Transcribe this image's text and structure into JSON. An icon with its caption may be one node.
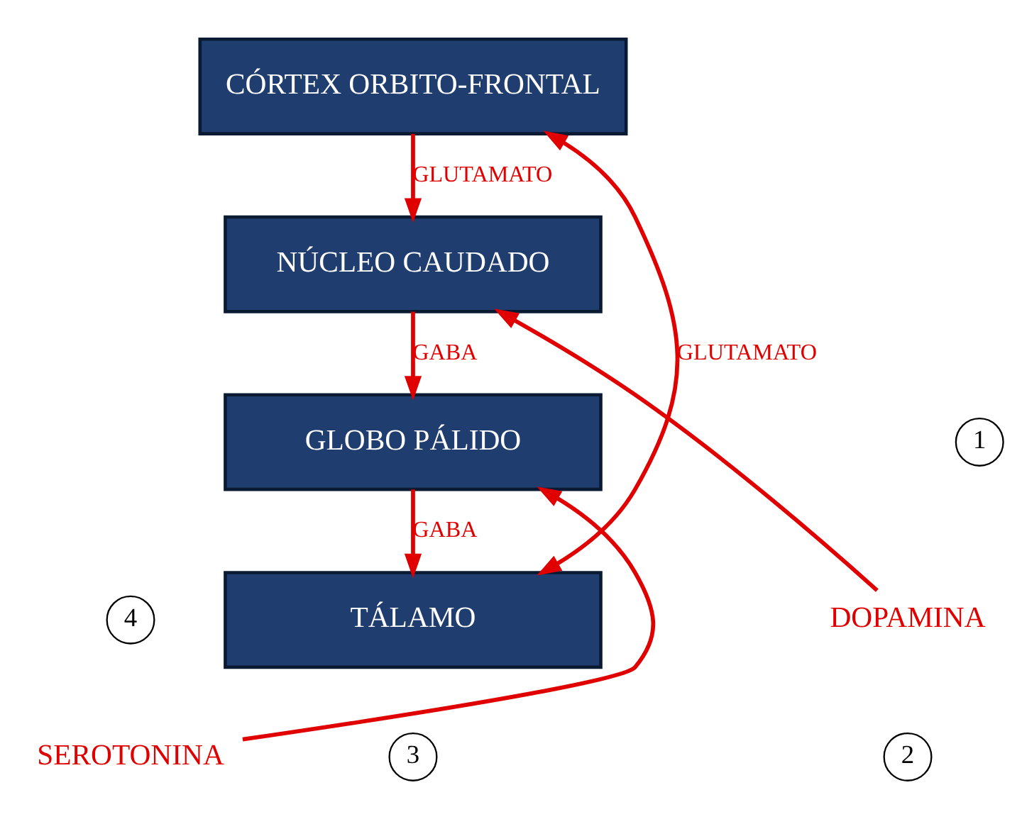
{
  "diagram": {
    "nodes": [
      {
        "text": [
          "CÓRTEX ORBITO-FRONTAL"
        ]
      },
      {
        "text": [
          "NÚCLEO CAUDADO"
        ]
      },
      {
        "text": [
          "GLOBO PÁLIDO"
        ]
      },
      {
        "text": [
          "TÁLAMO"
        ]
      },
      {
        "text": [
          "DOPAMINA"
        ]
      },
      {
        "text": [
          "SEROTONINA"
        ]
      }
    ],
    "edges": [
      {
        "from": 0,
        "to": 1,
        "arrow": "to",
        "label": "GLUTAMATO"
      },
      {
        "from": 1,
        "to": 2,
        "arrow": "to",
        "label": "GABA"
      },
      {
        "from": 2,
        "to": 3,
        "arrow": "to",
        "label": "GABA"
      },
      {
        "from": 0,
        "to": 3,
        "arrow": "both",
        "label": "GLUTAMATO"
      },
      {
        "from": 4,
        "to": 1,
        "arrow": "to"
      },
      {
        "from": 5,
        "to": 2,
        "arrow": "to"
      }
    ],
    "labels": [
      "4",
      "1",
      "3",
      "2"
    ]
  }
}
